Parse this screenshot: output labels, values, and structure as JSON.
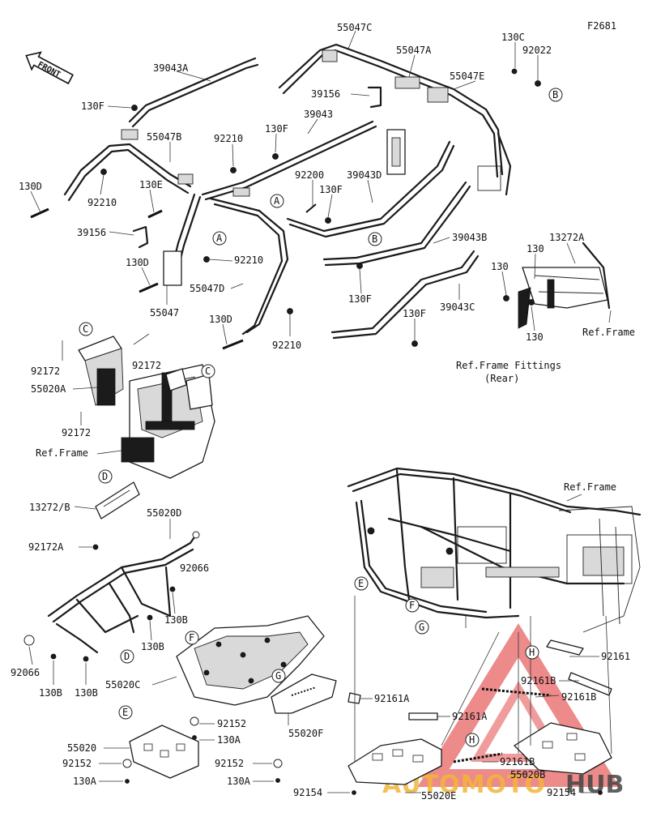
{
  "figure_code": "F2681",
  "front_label": "FRONT",
  "watermark": {
    "text": "AUTOMOTOHUB",
    "colors": {
      "primary": "#e34b4b",
      "secondary": "#f4b53a"
    }
  },
  "labels": {
    "p55047C": "55047C",
    "p39043A": "39043A",
    "p55047A": "55047A",
    "p130C": "130C",
    "p92022": "92022",
    "p55047E": "55047E",
    "p39156a": "39156",
    "p130Fa": "130F",
    "p39043": "39043",
    "p55047B": "55047B",
    "p92210a": "92210",
    "p130Fb": "130F",
    "p130D_a": "130D",
    "p130E": "130E",
    "p92200": "92200",
    "p39043D": "39043D",
    "p130Fc": "130F",
    "p92210b": "92210",
    "p39156b": "39156",
    "p39043B": "39043B",
    "p13272A": "13272A",
    "p130D_b": "130D",
    "p92210c": "92210",
    "p130a": "130",
    "p130b": "130",
    "p55047D": "55047D",
    "p130Fd": "130F",
    "p39043C": "39043C",
    "p55047": "55047",
    "p130Fe": "130F",
    "p130c": "130",
    "p130D_c": "130D",
    "p92210d": "92210",
    "p92172a": "92172",
    "p92172b": "92172",
    "p55020A": "55020A",
    "p92172c": "92172",
    "p13272B": "13272/B",
    "p55020D": "55020D",
    "p92172A": "92172A",
    "p92066a": "92066",
    "p130Ba": "130B",
    "p130Bb": "130B",
    "p92066b": "92066",
    "p130Bc": "130B",
    "p130Bd": "130B",
    "p55020C": "55020C",
    "p92152a": "92152",
    "p130Aa": "130A",
    "p55020F": "55020F",
    "p55020": "55020",
    "p92152b": "92152",
    "p130Ab": "130A",
    "p92152c": "92152",
    "p130Ac": "130A",
    "p92161": "92161",
    "p92161Ba": "92161B",
    "p92161Bb": "92161B",
    "p92161Aa": "92161A",
    "p92161Ab": "92161A",
    "p92161Bc": "92161B",
    "p55020B": "55020B",
    "p92154a": "92154",
    "p55020E": "55020E",
    "p92154b": "92154"
  },
  "ref_labels": {
    "ref_frame_1": "Ref.Frame",
    "ref_fittings_1": "Ref.Frame Fittings",
    "ref_fittings_2": "(Rear)",
    "ref_frame_2": "Ref.Frame",
    "ref_frame_3": "Ref.Frame"
  },
  "callouts": {
    "A1": "A",
    "A2": "A",
    "B1": "B",
    "B2": "B",
    "C1": "C",
    "C2": "C",
    "D1": "D",
    "D2": "D",
    "E1": "E",
    "E2": "E",
    "F1": "F",
    "F2": "F",
    "G1": "G",
    "G2": "G",
    "H1": "H",
    "H2": "H"
  }
}
